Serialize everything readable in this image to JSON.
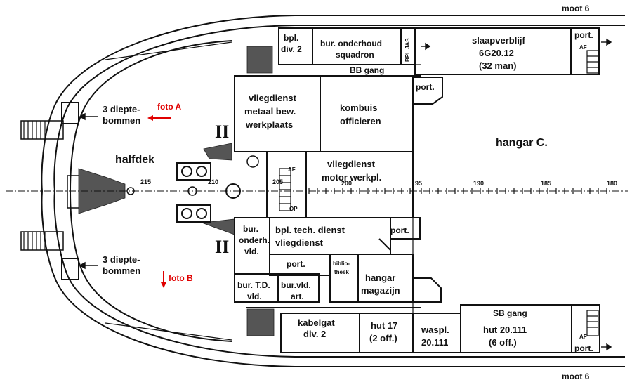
{
  "labels": {
    "moot_top": "moot 6",
    "moot_bottom": "moot 6",
    "depth_charges_top_1": "3 diepte-",
    "depth_charges_top_2": "bommen",
    "depth_charges_bottom_1": "3 diepte-",
    "depth_charges_bottom_2": "bommen",
    "foto_a": "foto A",
    "foto_b": "foto B",
    "halfdek": "halfdek",
    "hangar_c": "hangar C.",
    "roman_top": "II",
    "roman_bottom": "II",
    "bb_gang": "BB gang",
    "sb_gang": "SB gang",
    "af_top": "AF",
    "af_bottom": "AF",
    "af_mid": "AF",
    "op_mid": "OP",
    "bpl_jas": "BPL JAS"
  },
  "rooms": {
    "bpl_div2_1": "bpl.",
    "bpl_div2_2": "div. 2",
    "bur_onderhoud_1": "bur. onderhoud",
    "bur_onderhoud_2": "squadron",
    "slaap_1": "slaapverblijf",
    "slaap_2": "6G20.12",
    "slaap_3": "(32 man)",
    "port_top_right": "port.",
    "port_bb": "port.",
    "vlieg_metaal_1": "vliegdienst",
    "vlieg_metaal_2": "metaal bew.",
    "vlieg_metaal_3": "werkplaats",
    "kombuis_1": "kombuis",
    "kombuis_2": "officieren",
    "vlieg_motor_1": "vliegdienst",
    "vlieg_motor_2": "motor werkpl.",
    "bur_onderh_vld_1": "bur.",
    "bur_onderh_vld_2": "onderh.",
    "bur_onderh_vld_3": "vld.",
    "bpl_tech_1": "bpl. tech. dienst",
    "bpl_tech_2": "vliegdienst",
    "port_mid": "port.",
    "port_lower": "port.",
    "bibliotheek_1": "biblio-",
    "bibliotheek_2": "theek",
    "hangar_mag_1": "hangar",
    "hangar_mag_2": "magazijn",
    "bur_td_1": "bur. T.D.",
    "bur_td_2": "vld.",
    "bur_vld_art_1": "bur.vld.",
    "bur_vld_art_2": "art.",
    "kabelgat_1": "kabelgat",
    "kabelgat_2": "div. 2",
    "hut17_1": "hut 17",
    "hut17_2": "(2 off.)",
    "waspl_1": "waspl.",
    "waspl_2": "20.111",
    "hut20_1": "hut 20.111",
    "hut20_2": "(6 off.)",
    "port_bottom_right": "port."
  },
  "frames": [
    "215",
    "210",
    "205",
    "200",
    "195",
    "190",
    "185",
    "180"
  ],
  "colors": {
    "annotation": "#e00000",
    "ink": "#111111"
  }
}
